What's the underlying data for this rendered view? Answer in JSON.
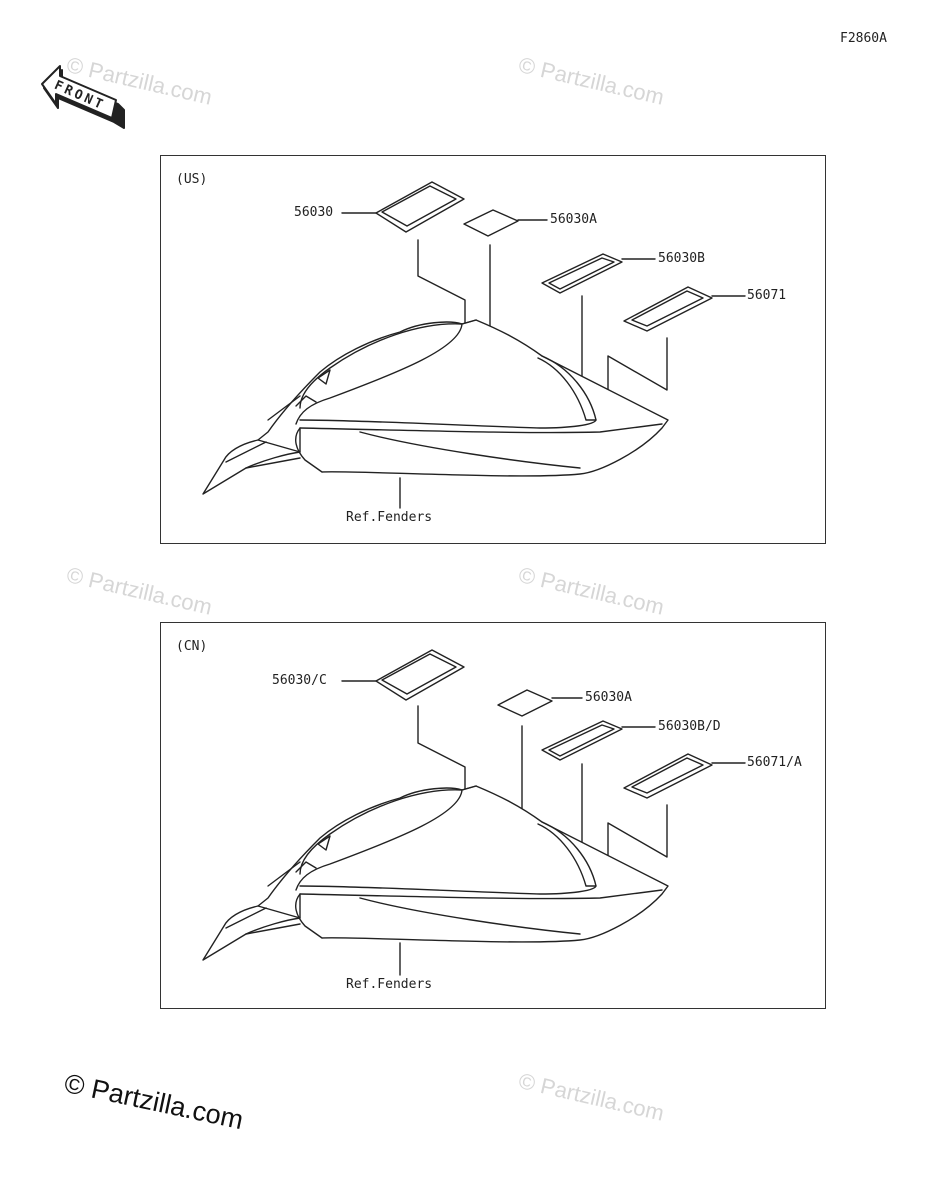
{
  "figure_id": "F2860A",
  "front_label": "FRONT",
  "watermark_text": "Partzilla.com",
  "copyright_symbol": "©",
  "panels": [
    {
      "region": "(US)",
      "parts": [
        "56030",
        "56030A",
        "56030B",
        "56071"
      ],
      "reference": "Ref.Fenders"
    },
    {
      "region": "(CN)",
      "parts": [
        "56030/C",
        "56030A",
        "56030B/D",
        "56071/A"
      ],
      "reference": "Ref.Fenders"
    }
  ]
}
